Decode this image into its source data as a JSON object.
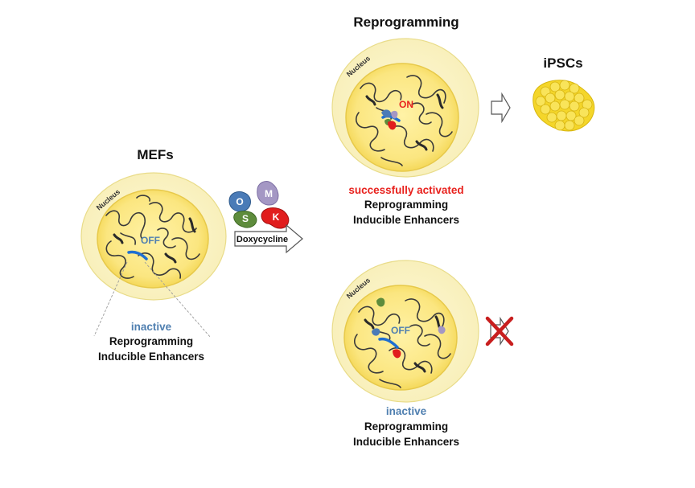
{
  "titles": {
    "mefs": "MEFs",
    "reprogramming": "Reprogramming",
    "ipscs": "iPSCs"
  },
  "nucleus_label": "Nucleus",
  "factors": {
    "o": "O",
    "m": "M",
    "s": "S",
    "k": "K",
    "treatment": "Doxycycline"
  },
  "states": {
    "off": "OFF",
    "on": "ON"
  },
  "captions": {
    "mefs": {
      "status": "inactive",
      "line1": "Reprogramming",
      "line2": "Inducible Enhancers"
    },
    "success": {
      "status": "successfully activated",
      "line1": "Reprogramming",
      "line2": "Inducible Enhancers"
    },
    "failure": {
      "status": "inactive",
      "line1": "Reprogramming",
      "line2": "Inducible Enhancers"
    }
  },
  "colors": {
    "cytoplasm": "#fbf6cf",
    "nucleus": "#fbe98a",
    "enhancer": "#1f6fd1",
    "oct4": "#4a7bb7",
    "myc": "#9f90bf",
    "sox2": "#5e8c3c",
    "klf4": "#e11d1d",
    "active_red": "#e8221e",
    "inactive_blue": "#4f7fb0",
    "ipsc": "#f6dc2f",
    "cross": "#c81e1e"
  }
}
